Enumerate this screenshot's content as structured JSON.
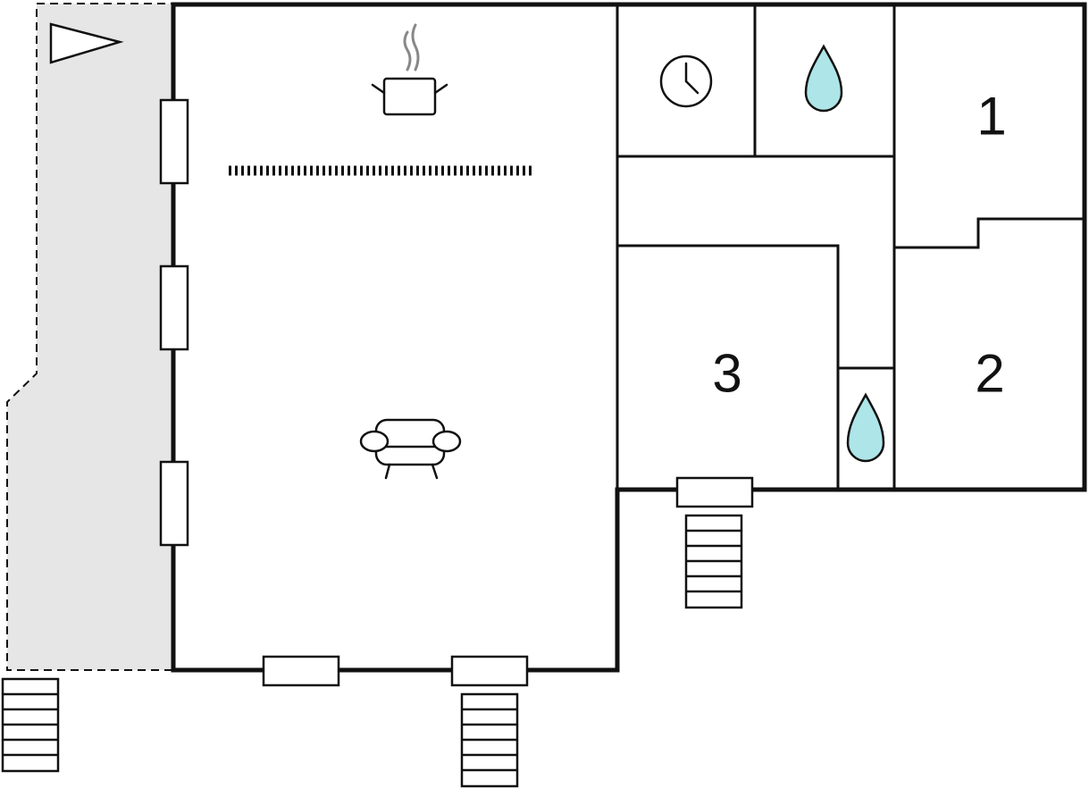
{
  "rooms": {
    "room_1": "1",
    "room_2": "2",
    "room_3": "3"
  },
  "icons": {
    "north_marker": "triangle-pointer-icon",
    "kitchen": "cooking-pot-icon",
    "living": "armchair-icon",
    "utility": "clock-icon",
    "bathroom": "water-drop-icon"
  },
  "colors": {
    "walls": "#111111",
    "terrace_fill": "#e6e6e6",
    "water_drop": "#aee5e8",
    "steam": "#888888",
    "background": "#ffffff"
  }
}
